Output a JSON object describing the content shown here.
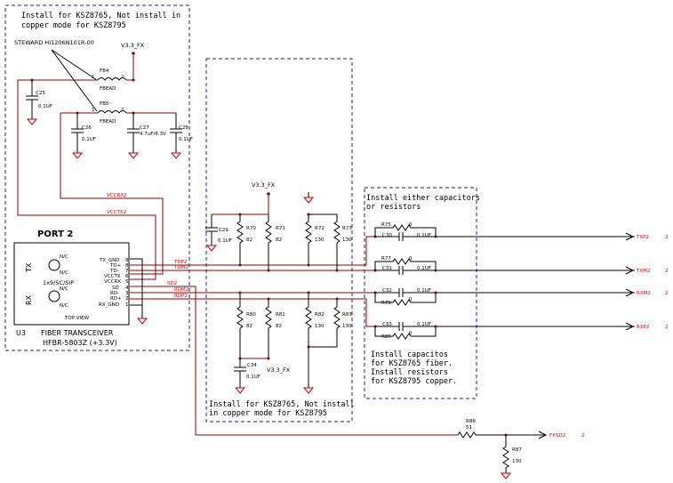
{
  "notes": {
    "top_note_line1": "Install for KSZ8765, Not install in",
    "top_note_line2": "copper mode for KSZ8795",
    "steward": "STEWARD HI1206N101R-00",
    "install_either_line1": "Install either capacitors",
    "install_either_line2": "or resistors",
    "mid_note_line1": "Install for KSZ8765, Not install",
    "mid_note_line2": "in copper mode for KSZ8795",
    "right_note_line1": "Install capacitos",
    "right_note_line2": "for KSZ8765 fiber.",
    "right_note_line3": "Install resistors",
    "right_note_line4": "for KSZ8795 copper."
  },
  "power": {
    "v33_top": "V3.3_FX",
    "v33_mid": "V3.3_FX",
    "v33_bot": "V3.3_FX"
  },
  "ferrites": [
    {
      "ref": "FB4",
      "value": "FBEAD",
      "pin1": "1",
      "pin2": "2"
    },
    {
      "ref": "FB5",
      "value": "FBEAD",
      "pin1": "1",
      "pin2": "2"
    }
  ],
  "caps": {
    "c25": {
      "ref": "C25",
      "value": "0.1UF"
    },
    "c26": {
      "ref": "C26",
      "value": "0.1UF"
    },
    "c27": {
      "ref": "C27",
      "value": "4.7uF/6.3V"
    },
    "c28": {
      "ref": "C28",
      "value": "0.1UF"
    },
    "c29": {
      "ref": "C29",
      "value": "0.1UF"
    },
    "c34": {
      "ref": "C34",
      "value": "0.1UF"
    }
  },
  "nets": {
    "vccrx2": "VCCRX2",
    "vcctx2": "VCCTX2",
    "tdp2": "TDP2",
    "tdm2": "TDM2",
    "sd2": "SD2",
    "rdm2": "RDM2",
    "rdp2": "RDP2"
  },
  "port": {
    "title": "PORT 2",
    "tx": "TX",
    "rx": "RX",
    "nc1": "N/C",
    "nc2": "N/C",
    "nc3": "N/C",
    "nc4": "N/C",
    "connector": "1x9/SC/SIP",
    "view": "TOP VIEW",
    "ref": "U3",
    "desc": "FIBER TRANSCEIVER",
    "part": "HFBR-5803Z (+3.3V)",
    "pins": [
      {
        "num": "9",
        "name": "TX_GND"
      },
      {
        "num": "8",
        "name": "TD+"
      },
      {
        "num": "7",
        "name": "TD-"
      },
      {
        "num": "6",
        "name": "VCCTX"
      },
      {
        "num": "5",
        "name": "VCCRX"
      },
      {
        "num": "4",
        "name": "SD"
      },
      {
        "num": "3",
        "name": "RD-"
      },
      {
        "num": "2",
        "name": "RD+"
      },
      {
        "num": "1",
        "name": "RX_GND"
      }
    ]
  },
  "resistors": {
    "r70": {
      "ref": "R70",
      "value": "82"
    },
    "r71": {
      "ref": "R71",
      "value": "82"
    },
    "r72": {
      "ref": "R72",
      "value": "130"
    },
    "r73": {
      "ref": "R73",
      "value": "130"
    },
    "r80": {
      "ref": "R80",
      "value": "82"
    },
    "r81": {
      "ref": "R81",
      "value": "82"
    },
    "r82": {
      "ref": "R82",
      "value": "130"
    },
    "r83": {
      "ref": "R83",
      "value": "130"
    },
    "r75": {
      "ref": "R75",
      "value": "0"
    },
    "r77": {
      "ref": "R77",
      "value": "0"
    },
    "r79": {
      "ref": "R79",
      "value": "0"
    },
    "r85": {
      "ref": "R85",
      "value": "0"
    },
    "r86": {
      "ref": "R86",
      "value": "51"
    },
    "r87": {
      "ref": "R87",
      "value": "130"
    }
  },
  "coupling": {
    "c30": {
      "ref": "C30",
      "value": "0.1UF"
    },
    "c31": {
      "ref": "C31",
      "value": "0.1UF"
    },
    "c32": {
      "ref": "C32",
      "value": "0.1UF"
    },
    "c33": {
      "ref": "C33",
      "value": "0.1UF"
    }
  },
  "outputs": [
    {
      "name": "TXP2",
      "sheet": "2"
    },
    {
      "name": "TXM2",
      "sheet": "2"
    },
    {
      "name": "RXM2",
      "sheet": "2"
    },
    {
      "name": "RXP2",
      "sheet": "2"
    },
    {
      "name": "FXSD2",
      "sheet": "2"
    }
  ]
}
